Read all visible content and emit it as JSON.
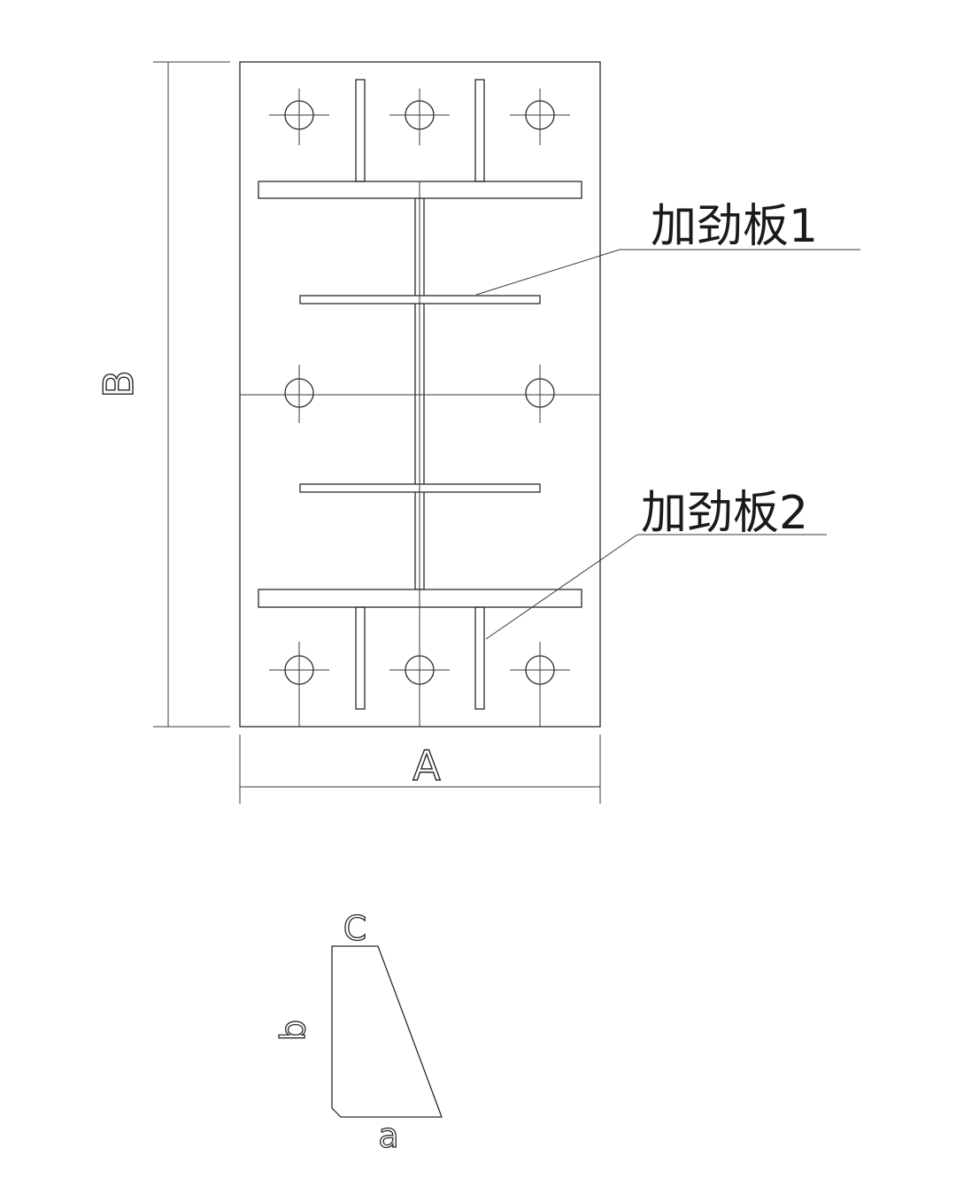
{
  "labels": {
    "stiffener_1": "加劲板1",
    "stiffener_2": "加劲板2"
  },
  "dimensions": {
    "width": "A",
    "height": "B",
    "top": "C",
    "side": "b",
    "base": "a"
  }
}
